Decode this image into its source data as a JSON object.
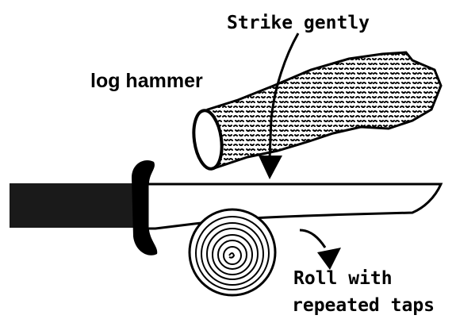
{
  "labels": {
    "log_hammer": "log hammer",
    "strike": "Strike gently",
    "roll_line1": "Roll with",
    "roll_line2": "repeated taps"
  },
  "colors": {
    "ink": "#000000",
    "paper": "#ffffff"
  }
}
